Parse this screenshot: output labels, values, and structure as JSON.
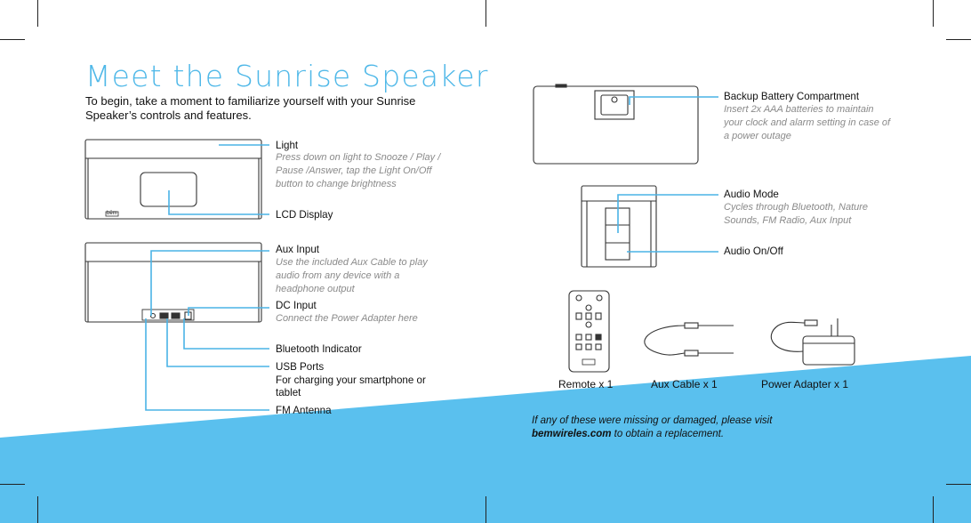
{
  "title": "Meet the Sunrise Speaker",
  "intro": "To begin, take a moment to familiarize yourself with your Sunrise Speaker’s controls and features.",
  "front_view": {
    "light": {
      "label": "Light",
      "description": "Press down on light to Snooze / Play / Pause /Answer, tap the Light On/Off button to change brightness"
    },
    "lcd": {
      "label": "LCD Display"
    },
    "logo": "bēm"
  },
  "back_view": {
    "aux": {
      "label": "Aux Input",
      "description": "Use the included Aux Cable to play audio from any device with a headphone output"
    },
    "dc": {
      "label": "DC Input",
      "description": "Connect the Power Adapter here"
    },
    "bt": {
      "label": "Bluetooth Indicator"
    },
    "usb": {
      "label": "USB Ports",
      "description": "For charging your smartphone or tablet"
    },
    "fm": {
      "label": "FM Antenna"
    }
  },
  "bottom_view": {
    "battery": {
      "label": "Backup Battery Compartment",
      "description": "Insert 2x AAA batteries to maintain your clock and alarm setting in case of a power outage"
    }
  },
  "side_view": {
    "audio_mode": {
      "label": "Audio Mode",
      "description": "Cycles through Bluetooth, Nature Sounds, FM Radio, Aux Input"
    },
    "audio_onoff": {
      "label": "Audio On/Off"
    }
  },
  "accessories": {
    "remote": "Remote x 1",
    "aux_cable": "Aux Cable x 1",
    "power_adapter": "Power Adapter x 1"
  },
  "footnote": {
    "line1": "If any of these were missing or damaged, please visit",
    "link": "bemwireles.com",
    "line2": " to obtain a replacement."
  },
  "colors": {
    "accent": "#4fb8e8",
    "band": "#5ac0ee",
    "callout_line": "#4ab3e6"
  }
}
